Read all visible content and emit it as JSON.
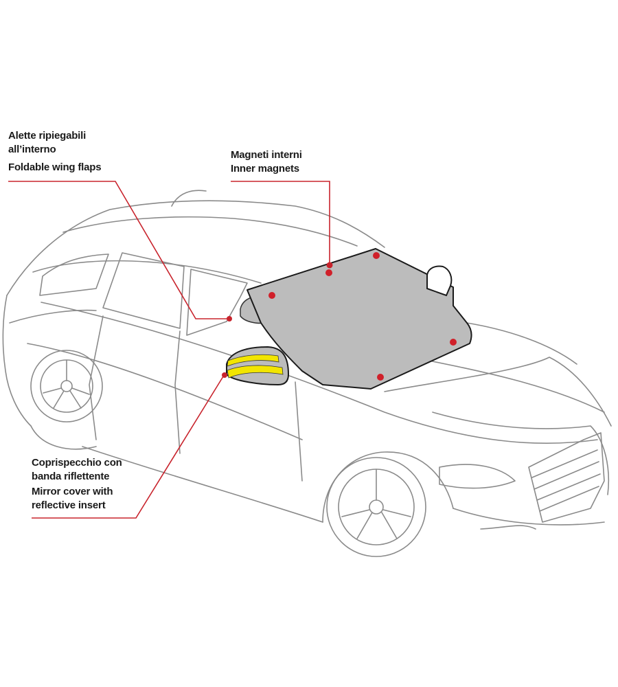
{
  "callouts": {
    "wing_flaps": {
      "line1_it": "Alette ripiegabili",
      "line2_it": "all’interno",
      "line3_en": "Foldable wing flaps"
    },
    "magnets": {
      "line1_it": "Magneti interni",
      "line2_en": "Inner magnets"
    },
    "mirror_cover": {
      "line1_it": "Coprispecchio con",
      "line2_it": "banda riflettente",
      "line3_en": "Mirror cover with",
      "line4_en": "reflective insert"
    }
  },
  "colors": {
    "leader_line": "#c8232c",
    "magnet_dot": "#d0202a",
    "cover_fill": "#bcbcbc",
    "reflective_band": "#f2e500",
    "car_outline": "#7a7a7a"
  }
}
